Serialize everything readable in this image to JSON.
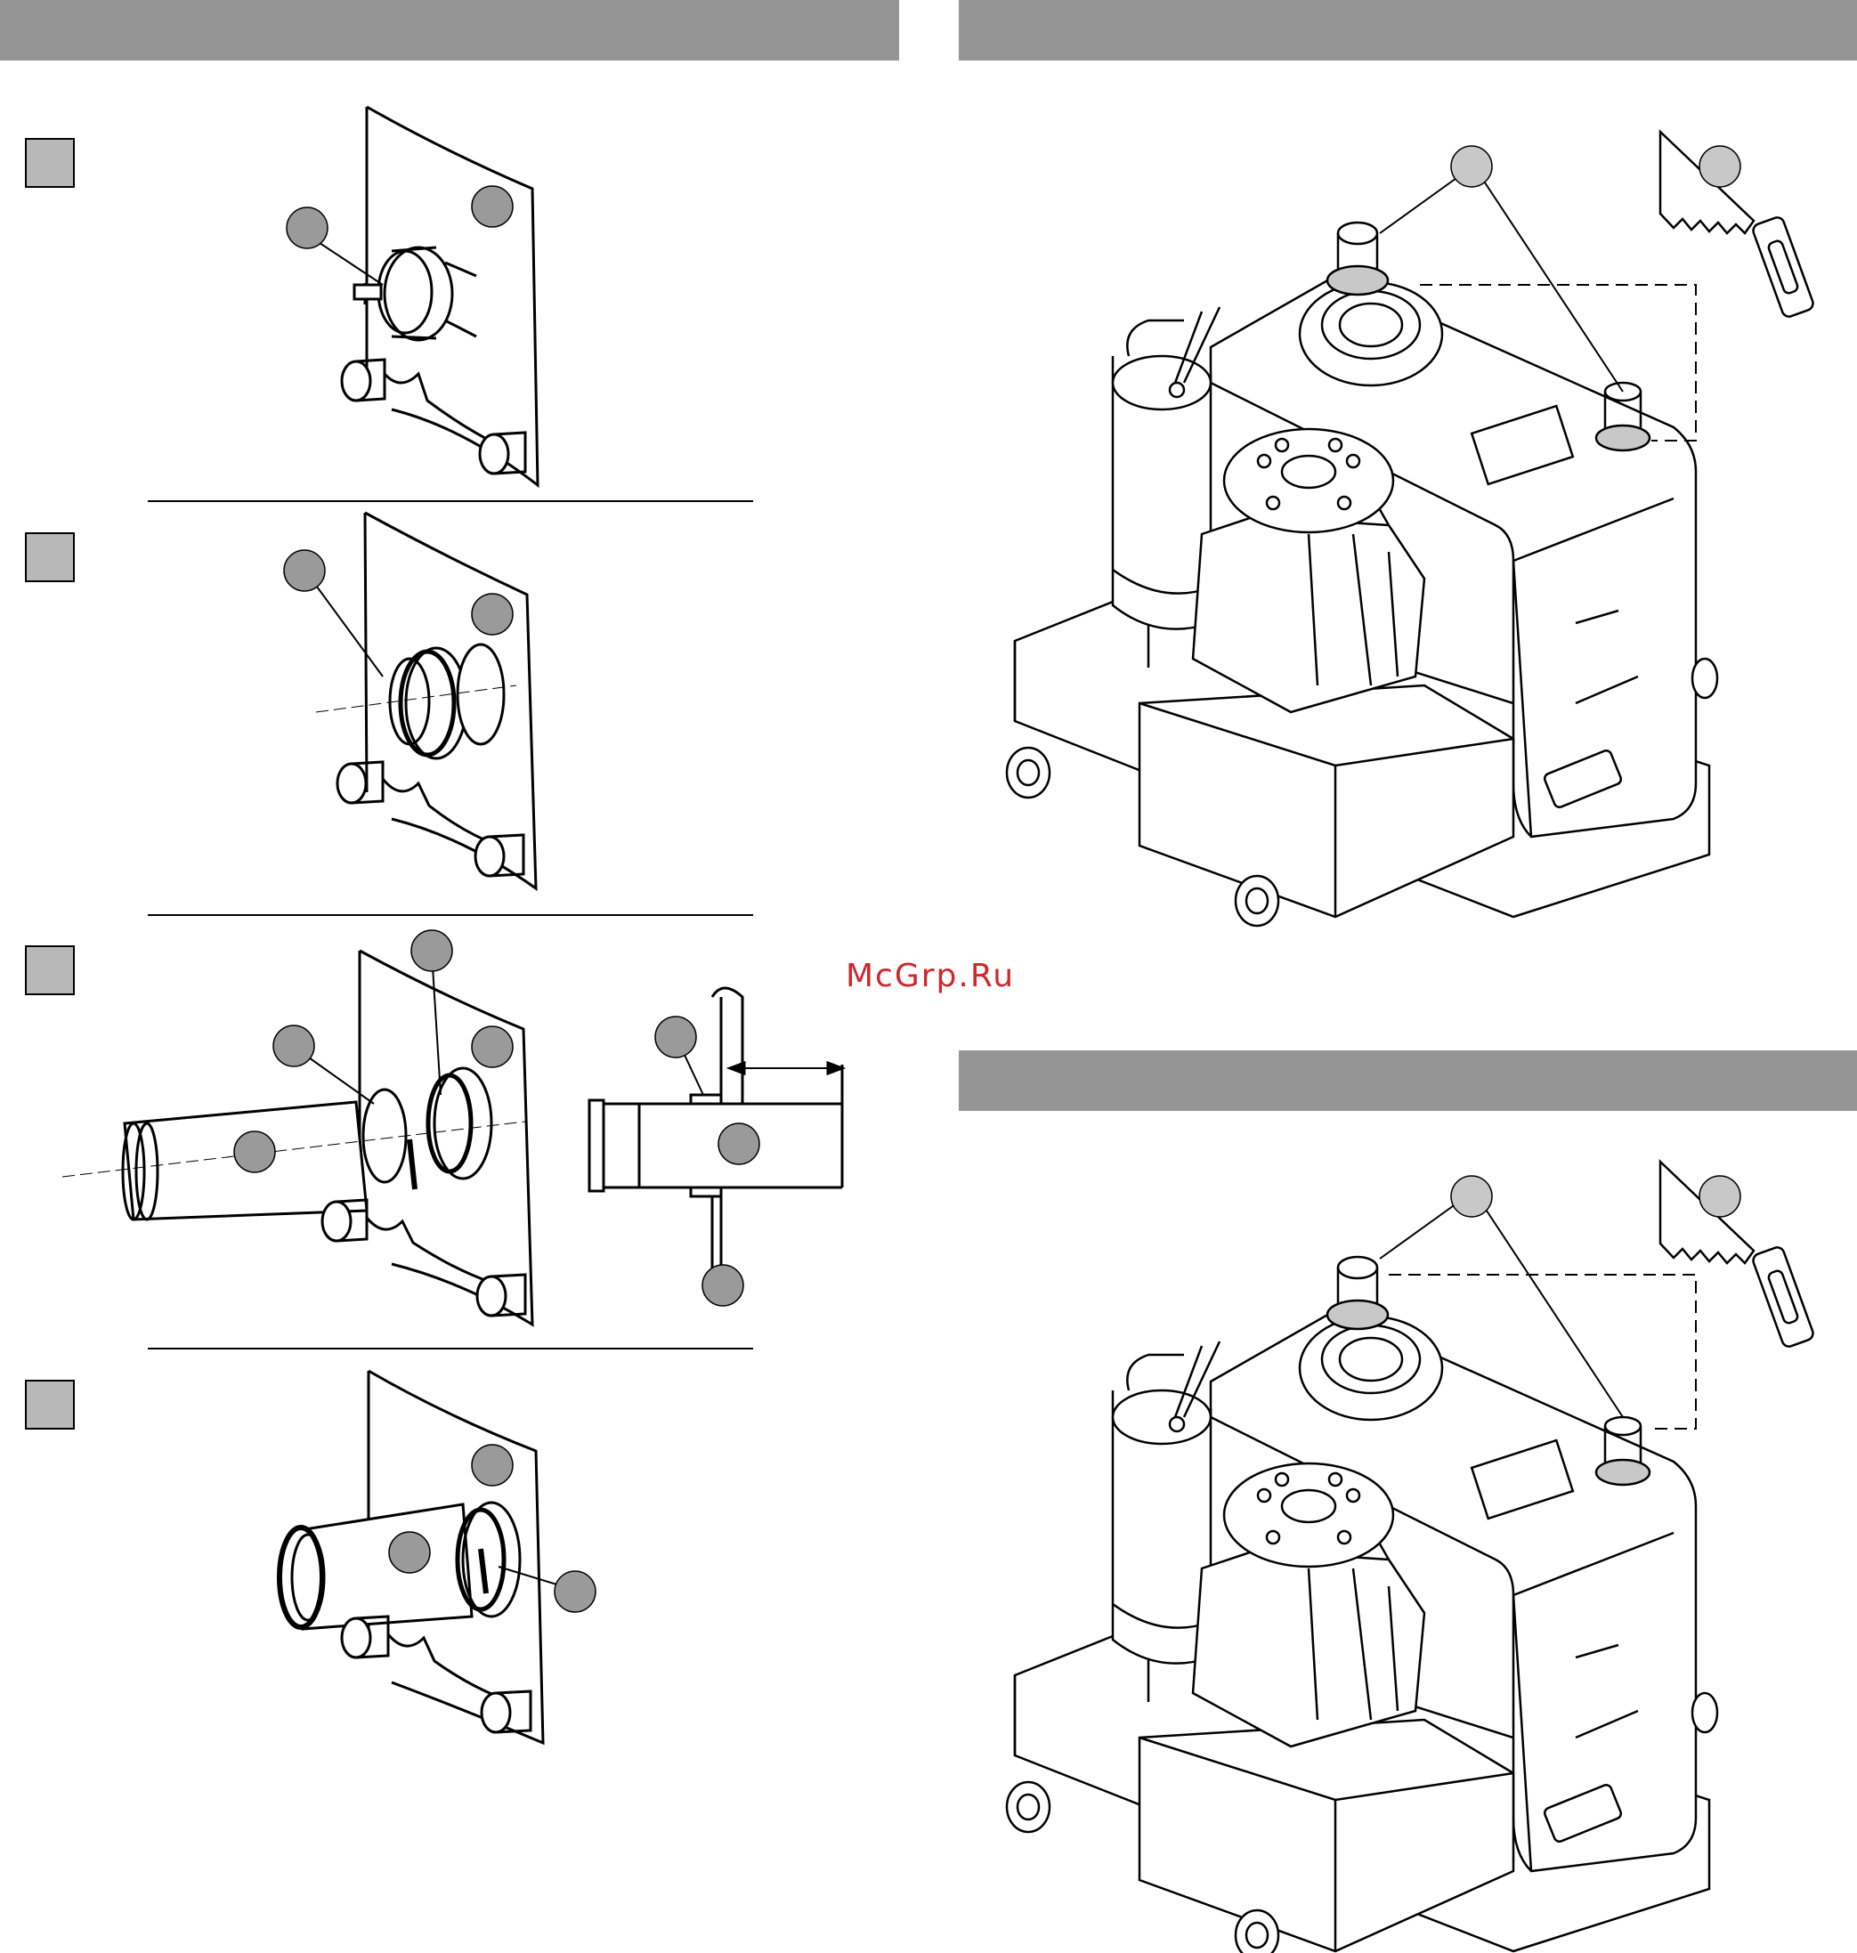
{
  "watermark": {
    "text": "McGrp.Ru",
    "color": "#d0262c"
  },
  "colors": {
    "header_bar": "#959595",
    "step_box": "#b8b8b8",
    "callout_fill": "#9a9a9a",
    "callout_fill_light": "#c8c8c8"
  },
  "steps": [
    {
      "icon": "step-square-1"
    },
    {
      "icon": "step-square-2"
    },
    {
      "icon": "step-square-3"
    },
    {
      "icon": "step-square-4"
    }
  ],
  "panels": [
    {
      "name": "unit-illustration-top",
      "icon": "lifting-station-icon"
    },
    {
      "name": "unit-illustration-bottom",
      "icon": "lifting-station-icon"
    }
  ],
  "tools": [
    {
      "name": "saw-icon-top"
    },
    {
      "name": "saw-icon-bottom"
    }
  ]
}
